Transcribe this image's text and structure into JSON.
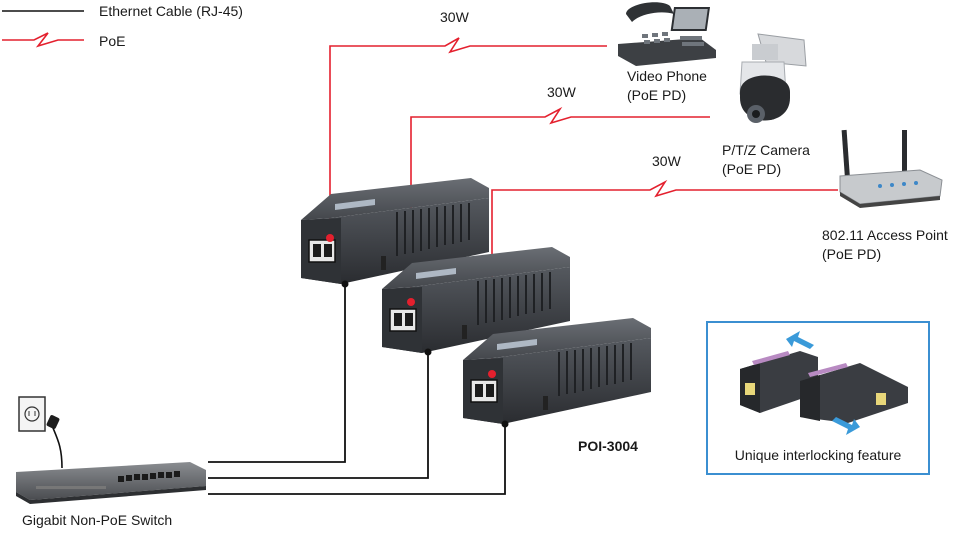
{
  "legend": {
    "ethernet_label": "Ethernet Cable (RJ-45)",
    "poe_label": "PoE"
  },
  "power": {
    "phone": "30W",
    "camera": "30W",
    "ap": "30W"
  },
  "devices": {
    "phone": {
      "name": "Video Phone",
      "type": "(PoE PD)"
    },
    "camera": {
      "name": "P/T/Z Camera",
      "type": "(PoE PD)"
    },
    "ap": {
      "name": "802.11 Access Point",
      "type": "(PoE PD)"
    },
    "switch": {
      "name": "Gigabit Non-PoE Switch"
    }
  },
  "injector": {
    "model": "POI-3004"
  },
  "feature": {
    "caption": "Unique interlocking feature"
  },
  "colors": {
    "poe_line": "#e4202e",
    "ethernet_line": "#111111",
    "injector_body": "#3a3d42",
    "feature_border": "#3b8fd1",
    "feature_arrow": "#3a9ad9"
  }
}
